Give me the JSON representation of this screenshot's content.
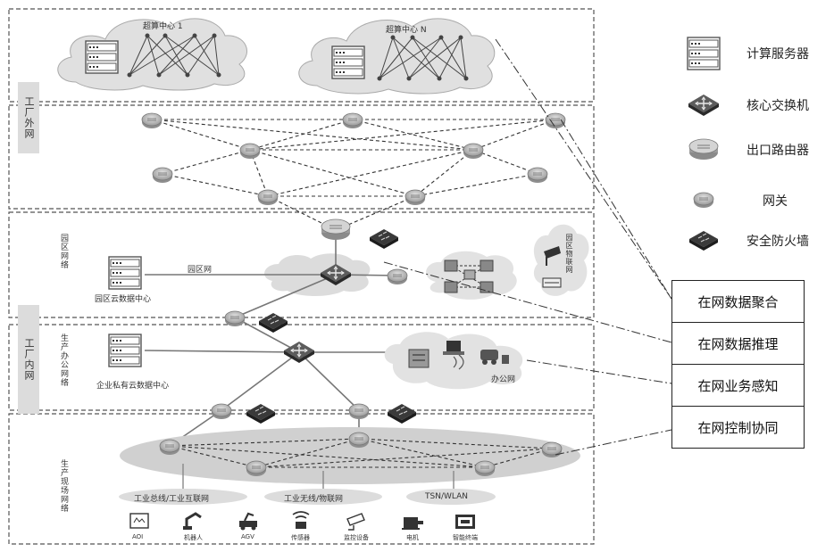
{
  "clouds": {
    "sc1": "超算中心 1",
    "scn": "超算中心 N"
  },
  "zones": {
    "outside": "工厂外网",
    "inside": "工厂内网",
    "park": "园区网络",
    "office": "生产办公网络",
    "field": "生产现场网络"
  },
  "labels": {
    "park_net": "园区网",
    "park_dc": "园区云数据中心",
    "iot": "园区物联网",
    "enterprise_dc": "企业私有云数据中心",
    "office_net": "办公网",
    "bus1": "工业总线/工业互联网",
    "bus2": "工业无线/物联网",
    "bus3": "TSN/WLAN"
  },
  "devices": [
    {
      "label": "AOI",
      "icon": "aoi-icon"
    },
    {
      "label": "机器人",
      "icon": "robot-icon"
    },
    {
      "label": "AGV",
      "icon": "agv-icon"
    },
    {
      "label": "传感器",
      "icon": "sensor-icon"
    },
    {
      "label": "监控设备",
      "icon": "monitor-icon"
    },
    {
      "label": "电机",
      "icon": "motor-icon"
    },
    {
      "label": "智能终端",
      "icon": "terminal-icon"
    }
  ],
  "legend": {
    "server": "计算服务器",
    "core_switch": "核心交换机",
    "router": "出口路由器",
    "gateway": "网关",
    "firewall": "安全防火墙"
  },
  "functions": [
    "在网数据聚合",
    "在网数据推理",
    "在网业务感知",
    "在网控制协同"
  ]
}
